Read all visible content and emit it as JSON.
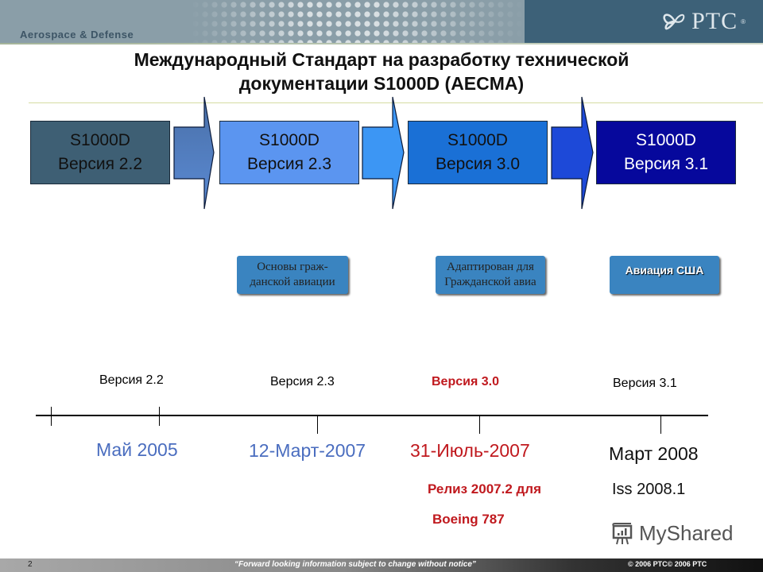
{
  "header": {
    "brand": "Aerospace & Defense",
    "logo_text": "PTC",
    "logo_mark": "®"
  },
  "title": {
    "line1": "Международный Стандарт на разработку технической",
    "line2": "документации S1000D (AECMA)"
  },
  "versions": [
    {
      "name": "S1000D",
      "version": "Версия 2.2",
      "color": "#3e5f74",
      "text_color": "#111111"
    },
    {
      "name": "S1000D",
      "version": "Версия  2.3",
      "color": "#5b95f0",
      "text_color": "#111111"
    },
    {
      "name": "S1000D",
      "version": "Версия 3.0",
      "color": "#1a70d6",
      "text_color": "#111111"
    },
    {
      "name": "S1000D",
      "version": "Версия  3.1",
      "color": "#06089c",
      "text_color": "#ffffff"
    }
  ],
  "arrows": [
    {
      "color": "#4e78b8"
    },
    {
      "color": "#3c96f4"
    },
    {
      "color": "#1d49d8"
    }
  ],
  "callouts": [
    {
      "line1": "Основы граж-",
      "line2": "данской авиации"
    },
    {
      "line1": "Адаптирован для",
      "line2": "Гражданской авиа"
    },
    {
      "line1": "Авиация США",
      "line2": ""
    }
  ],
  "timeline": {
    "labels": [
      "Версия  2.2",
      "Версия 2.3",
      "Версия 3.0",
      "Версия 3.1"
    ],
    "dates": [
      "Май 2005",
      "12-Март-2007",
      "31-Июль-2007",
      "Март 2008"
    ],
    "notes": {
      "release_line1": "Релиз 2007.2 для",
      "release_line2": "Boeing 787",
      "iss": "Iss 2008.1"
    }
  },
  "watermark": "MyShared",
  "footer": {
    "page": "2",
    "notice": "“Forward looking information subject to change without notice”",
    "copyright": "© 2006 PTC© 2006 PTC"
  }
}
